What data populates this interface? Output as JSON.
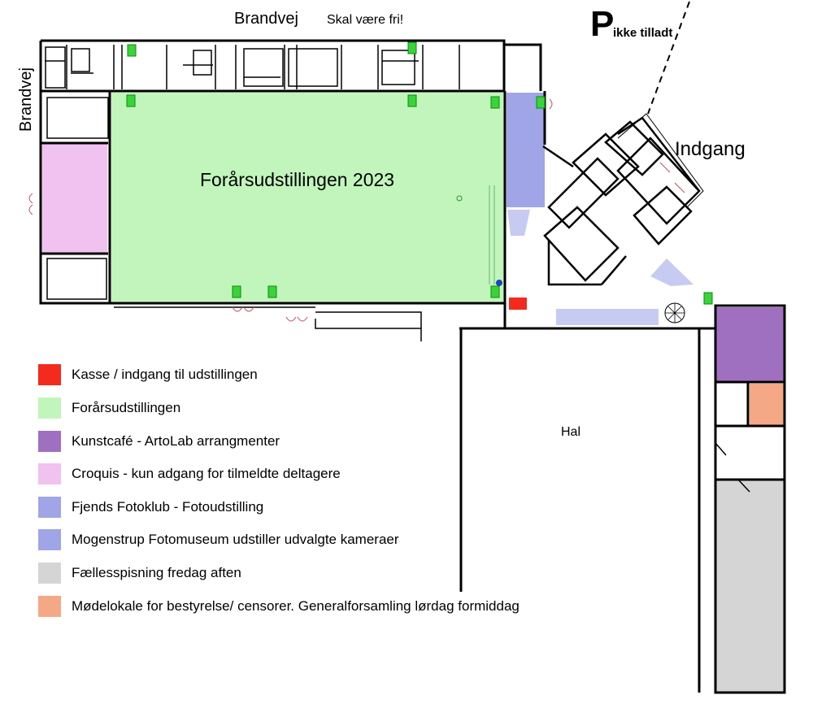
{
  "streets": {
    "top": "Brandvej",
    "left": "Brandvej"
  },
  "notes": {
    "keep_free": "Skal være fri!",
    "parking_letter": "P",
    "parking_text": "ikke tilladt"
  },
  "areas": {
    "entrance": "Indgang",
    "main_hall": "Forårsudstillingen 2023",
    "hall": "Hal"
  },
  "legend": [
    {
      "label": "Kasse / indgang til udstillingen",
      "color": "#f42a1c"
    },
    {
      "label": "Forårsudstillingen",
      "color": "#c1f5bb"
    },
    {
      "label": "Kunstcafé - ArtoLab arrangmenter",
      "color": "#a070c0"
    },
    {
      "label": "Croquis - kun adgang for tilmeldte deltagere",
      "color": "#f1c1ef"
    },
    {
      "label": "Fjends Fotoklub - Fotoudstilling",
      "color": "#9fa5e6"
    },
    {
      "label": "Mogenstrup Fotomuseum udstiller udvalgte kameraer",
      "color": "#9fa5e6"
    },
    {
      "label": "Fællesspisning fredag aften",
      "color": "#d5d5d5"
    },
    {
      "label": "Mødelokale for bestyrelse/ censorer. Generalforsamling lørdag formiddag",
      "color": "#f5a885"
    }
  ]
}
